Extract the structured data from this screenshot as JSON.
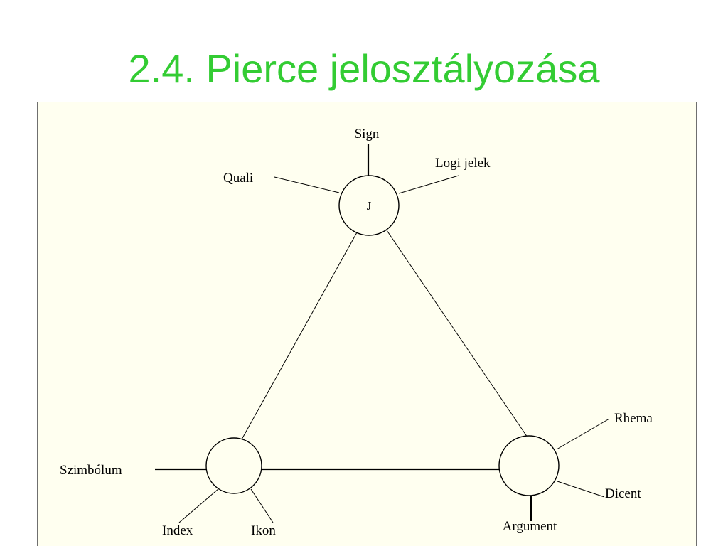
{
  "slide": {
    "title": "2.4. Pierce jelosztályozása"
  },
  "diagram": {
    "top_node": {
      "center_label": "J",
      "spoke_labels": {
        "top": "Sign",
        "left": "Quali",
        "right": "Logi jelek"
      }
    },
    "left_node": {
      "spoke_labels": {
        "left": "Szimbólum",
        "bottom_left": "Index",
        "bottom_right": "Ikon"
      }
    },
    "right_node": {
      "spoke_labels": {
        "top_right": "Rhema",
        "right": "Dicent",
        "bottom": "Argument"
      }
    }
  },
  "colors": {
    "title": "#33cc33",
    "panel_background": "#fffff0",
    "panel_border": "#6f6f6f",
    "ink": "#000000"
  }
}
